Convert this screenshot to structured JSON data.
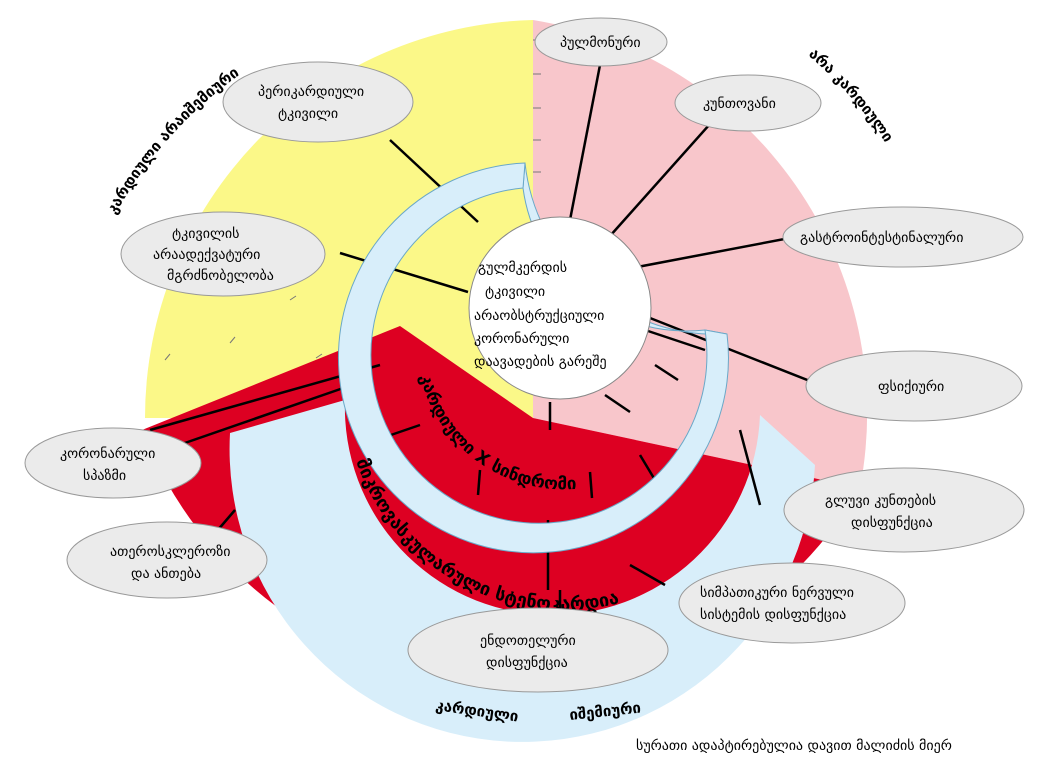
{
  "colors": {
    "yellow": "#fbf888",
    "pink": "#f8c6cb",
    "red": "#dd0022",
    "light_blue": "#d8eefa",
    "node_fill": "#ebebeb"
  },
  "center": {
    "lines": [
      "გულმკერდის",
      "ტკივილი",
      "არაობსტრუქციული",
      "კორონარული",
      "დაავადების გარეშე"
    ]
  },
  "arcs": {
    "cardiac_x": "კარდიული X სინდრომი",
    "microvascular": "მიკროვასკულარული სტენოკარდია"
  },
  "sectors": {
    "cardiac_non_ischemic": "კარდიული არაიშემიური",
    "non_cardiac": "არა კარდიული",
    "cardiac_ischemic_1": "კარდიული",
    "cardiac_ischemic_2": "იშემიური"
  },
  "nodes": {
    "pericardial": [
      "პერიკარდიული",
      "ტკივილი"
    ],
    "inadequate": [
      "ტკივილის",
      "არაადექვატური",
      "მგრძნობელობა"
    ],
    "pulmonary": [
      "პულმონური"
    ],
    "muscular": [
      "კუნთოვანი"
    ],
    "gastro": [
      "გასტროინტესტინალური"
    ],
    "psychic": [
      "ფსიქიური"
    ],
    "smooth_muscle": [
      "გლუვი კუნთების",
      "დისფუნქცია"
    ],
    "sympathetic": [
      "სიმპათიკური ნერვული",
      "სისტემის დისფუნქცია"
    ],
    "endothelial": [
      "ენდოთელური",
      "დისფუნქცია"
    ],
    "atherosclerosis": [
      "ათეროსკლეროზი",
      "და   ანთება"
    ],
    "coronary_spasm": [
      "კორონარული",
      "სპაზმი"
    ]
  },
  "credit": "სურათი ადაპტირებულია დავით მალიძის მიერ"
}
